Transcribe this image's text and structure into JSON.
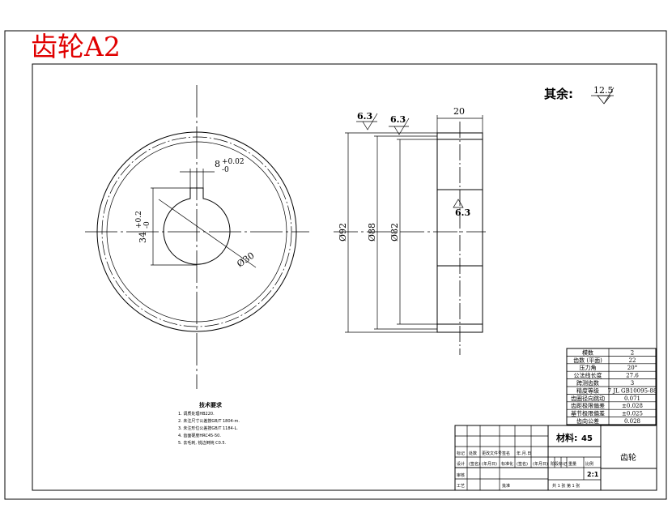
{
  "overlay_title": "齿轮A2",
  "roughness_note": {
    "label": "其余:",
    "value": "12.5"
  },
  "section_view": {
    "width_dim": "20",
    "roughness_left_1": "6.3",
    "roughness_left_2": "6.3",
    "roughness_bore": "6.3",
    "dia_outer": "Ø92",
    "dia_pitch": "Ø88",
    "dia_root": "Ø82"
  },
  "front_view": {
    "keyway_width": "8",
    "keyway_width_tol_upper": "+0.02",
    "keyway_width_tol_lower": "-0",
    "keyway_depth": "34",
    "keyway_depth_tol_upper": "+0.2",
    "keyway_depth_tol_lower": "-0",
    "bore_dia": "Ø30"
  },
  "gear_params": {
    "rows": [
      {
        "label": "模数",
        "value": "2"
      },
      {
        "label": "齿数 (平面)",
        "value": "22"
      },
      {
        "label": "压力角",
        "value": "20°"
      },
      {
        "label": "公法线长度",
        "value": "27.6"
      },
      {
        "label": "跨测齿数",
        "value": "3"
      },
      {
        "label": "精度等级",
        "value": "7 JL GB10095-88"
      },
      {
        "label": "齿圈径向跳动",
        "value": "0.071"
      },
      {
        "label": "齿距极限偏差",
        "value": "±0.028"
      },
      {
        "label": "基节极限偏差",
        "value": "±0.025"
      },
      {
        "label": "齿向公差",
        "value": "0.028"
      }
    ]
  },
  "tech_requirements": {
    "title": "技术要求",
    "items": [
      "1. 调质处理HB220.",
      "2. 未注尺寸公差按GB/T 1804-m.",
      "3. 未注形位公差按GB/T 1184-L.",
      "4. 齿面硬度HRC45-50.",
      "5. 去毛刺, 锐边倒钝 C0.5."
    ]
  },
  "title_block": {
    "material_label": "材料:",
    "material_value": "45",
    "part_name": "齿轮",
    "scale": "2:1",
    "sheet_info": "共 1 张 第 1 张",
    "header_cells": [
      "标记",
      "处数",
      "更改文件号",
      "签名",
      "年.月.日"
    ],
    "row_labels": [
      "设计",
      "审核",
      "工艺"
    ],
    "mid_cells": [
      "标准化",
      "阶段标记",
      "重量",
      "比例"
    ],
    "sign_cells": [
      "(签名)",
      "(年月日)",
      "标准化",
      "(签名)",
      "(年月日)"
    ],
    "approve_label": "批准"
  }
}
